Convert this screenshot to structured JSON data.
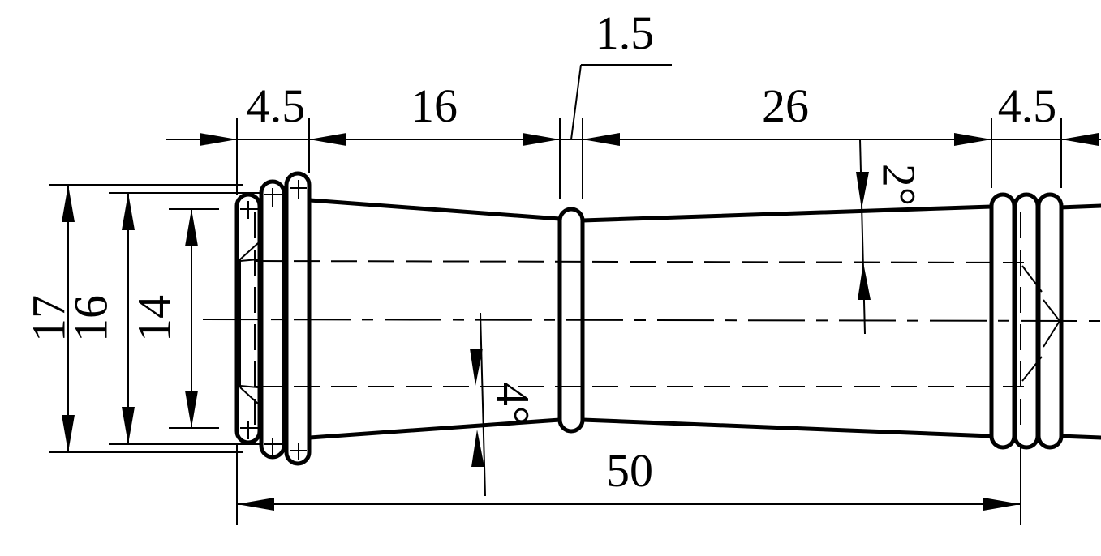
{
  "colors": {
    "ink": "#000000",
    "paper": "#ffffff"
  },
  "dimensions": {
    "left_ring_width": "4.5",
    "taper_length": "16",
    "groove_width": "1.5",
    "right_length": "26",
    "right_ring_width": "4.5",
    "overall_length": "50",
    "dia_17": "17",
    "dia_16": "16",
    "dia_14": "14",
    "angle_2": "2°",
    "angle_4": "4°"
  }
}
